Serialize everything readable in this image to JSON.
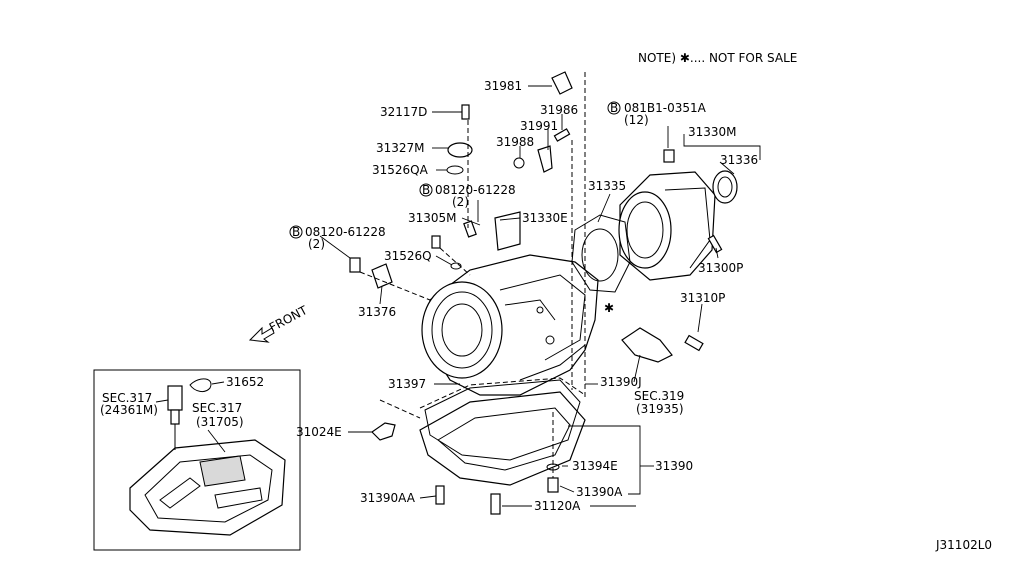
{
  "note": "NOTE) ✱.... NOT FOR SALE",
  "diagram_id": "J31102L0",
  "front_label": "FRONT",
  "callouts": {
    "p31981": "31981",
    "p31986": "31986",
    "p31991": "31991",
    "p31988": "31988",
    "p32117D": "32117D",
    "p31327M": "31327M",
    "p31526QA": "31526QA",
    "bolt_b1": "08120-61228",
    "bolt_b1_qty": "(2)",
    "p31305M": "31305M",
    "p31330E": "31330E",
    "bolt_b2": "08120-61228",
    "bolt_b2_qty": "(2)",
    "p31526Q": "31526Q",
    "p31376": "31376",
    "p31335": "31335",
    "bolt_b3": "081B1-0351A",
    "bolt_b3_qty": "(12)",
    "p31330M": "31330M",
    "p31336": "31336",
    "p31300P": "31300P",
    "p31310P": "31310P",
    "p31397": "31397",
    "p31390J": "31390J",
    "sec319": "SEC.319",
    "sec319_ref": "(31935)",
    "p31024E": "31024E",
    "p31394E": "31394E",
    "p31390": "31390",
    "p31390A": "31390A",
    "p31390AA": "31390AA",
    "p31120A": "31120A",
    "p31652": "31652",
    "sec317a": "SEC.317",
    "sec317a_ref": "(24361M)",
    "sec317b": "SEC.317",
    "sec317b_ref": "(31705)"
  }
}
